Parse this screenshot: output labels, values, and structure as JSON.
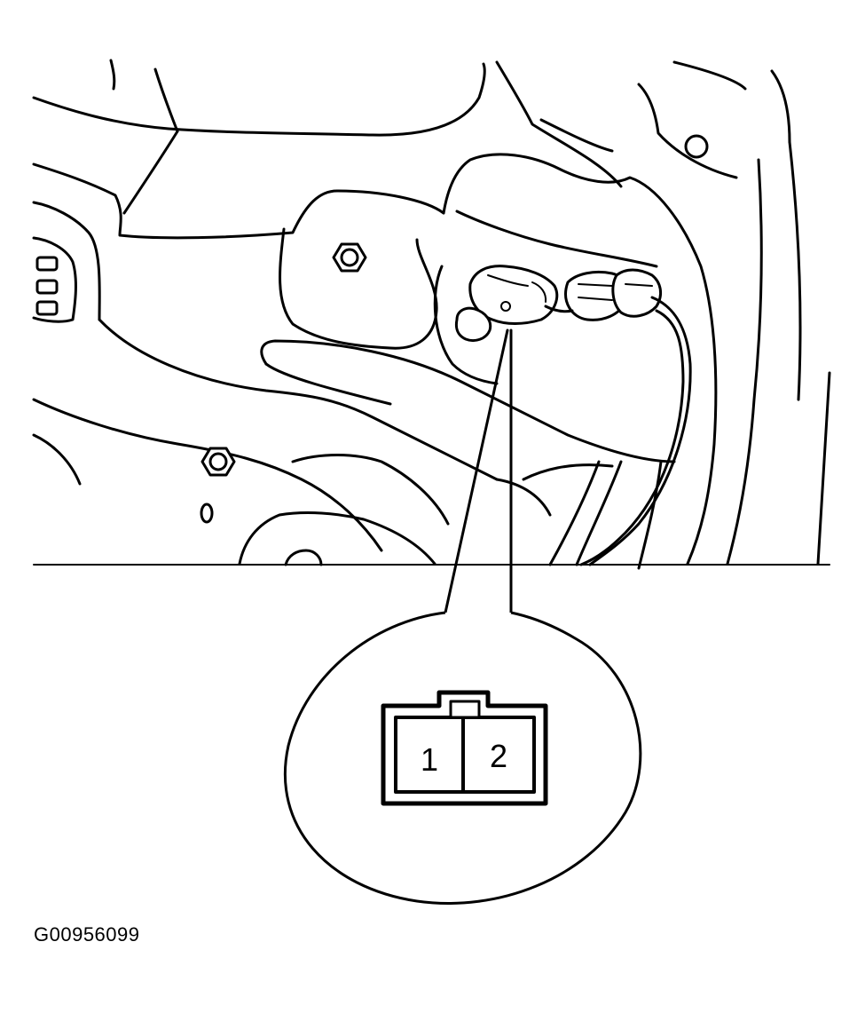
{
  "figure": {
    "code": "G00956099"
  },
  "connector": {
    "pins": [
      {
        "label": "1"
      },
      {
        "label": "2"
      }
    ]
  },
  "colors": {
    "line": "#000000",
    "background": "#ffffff"
  }
}
